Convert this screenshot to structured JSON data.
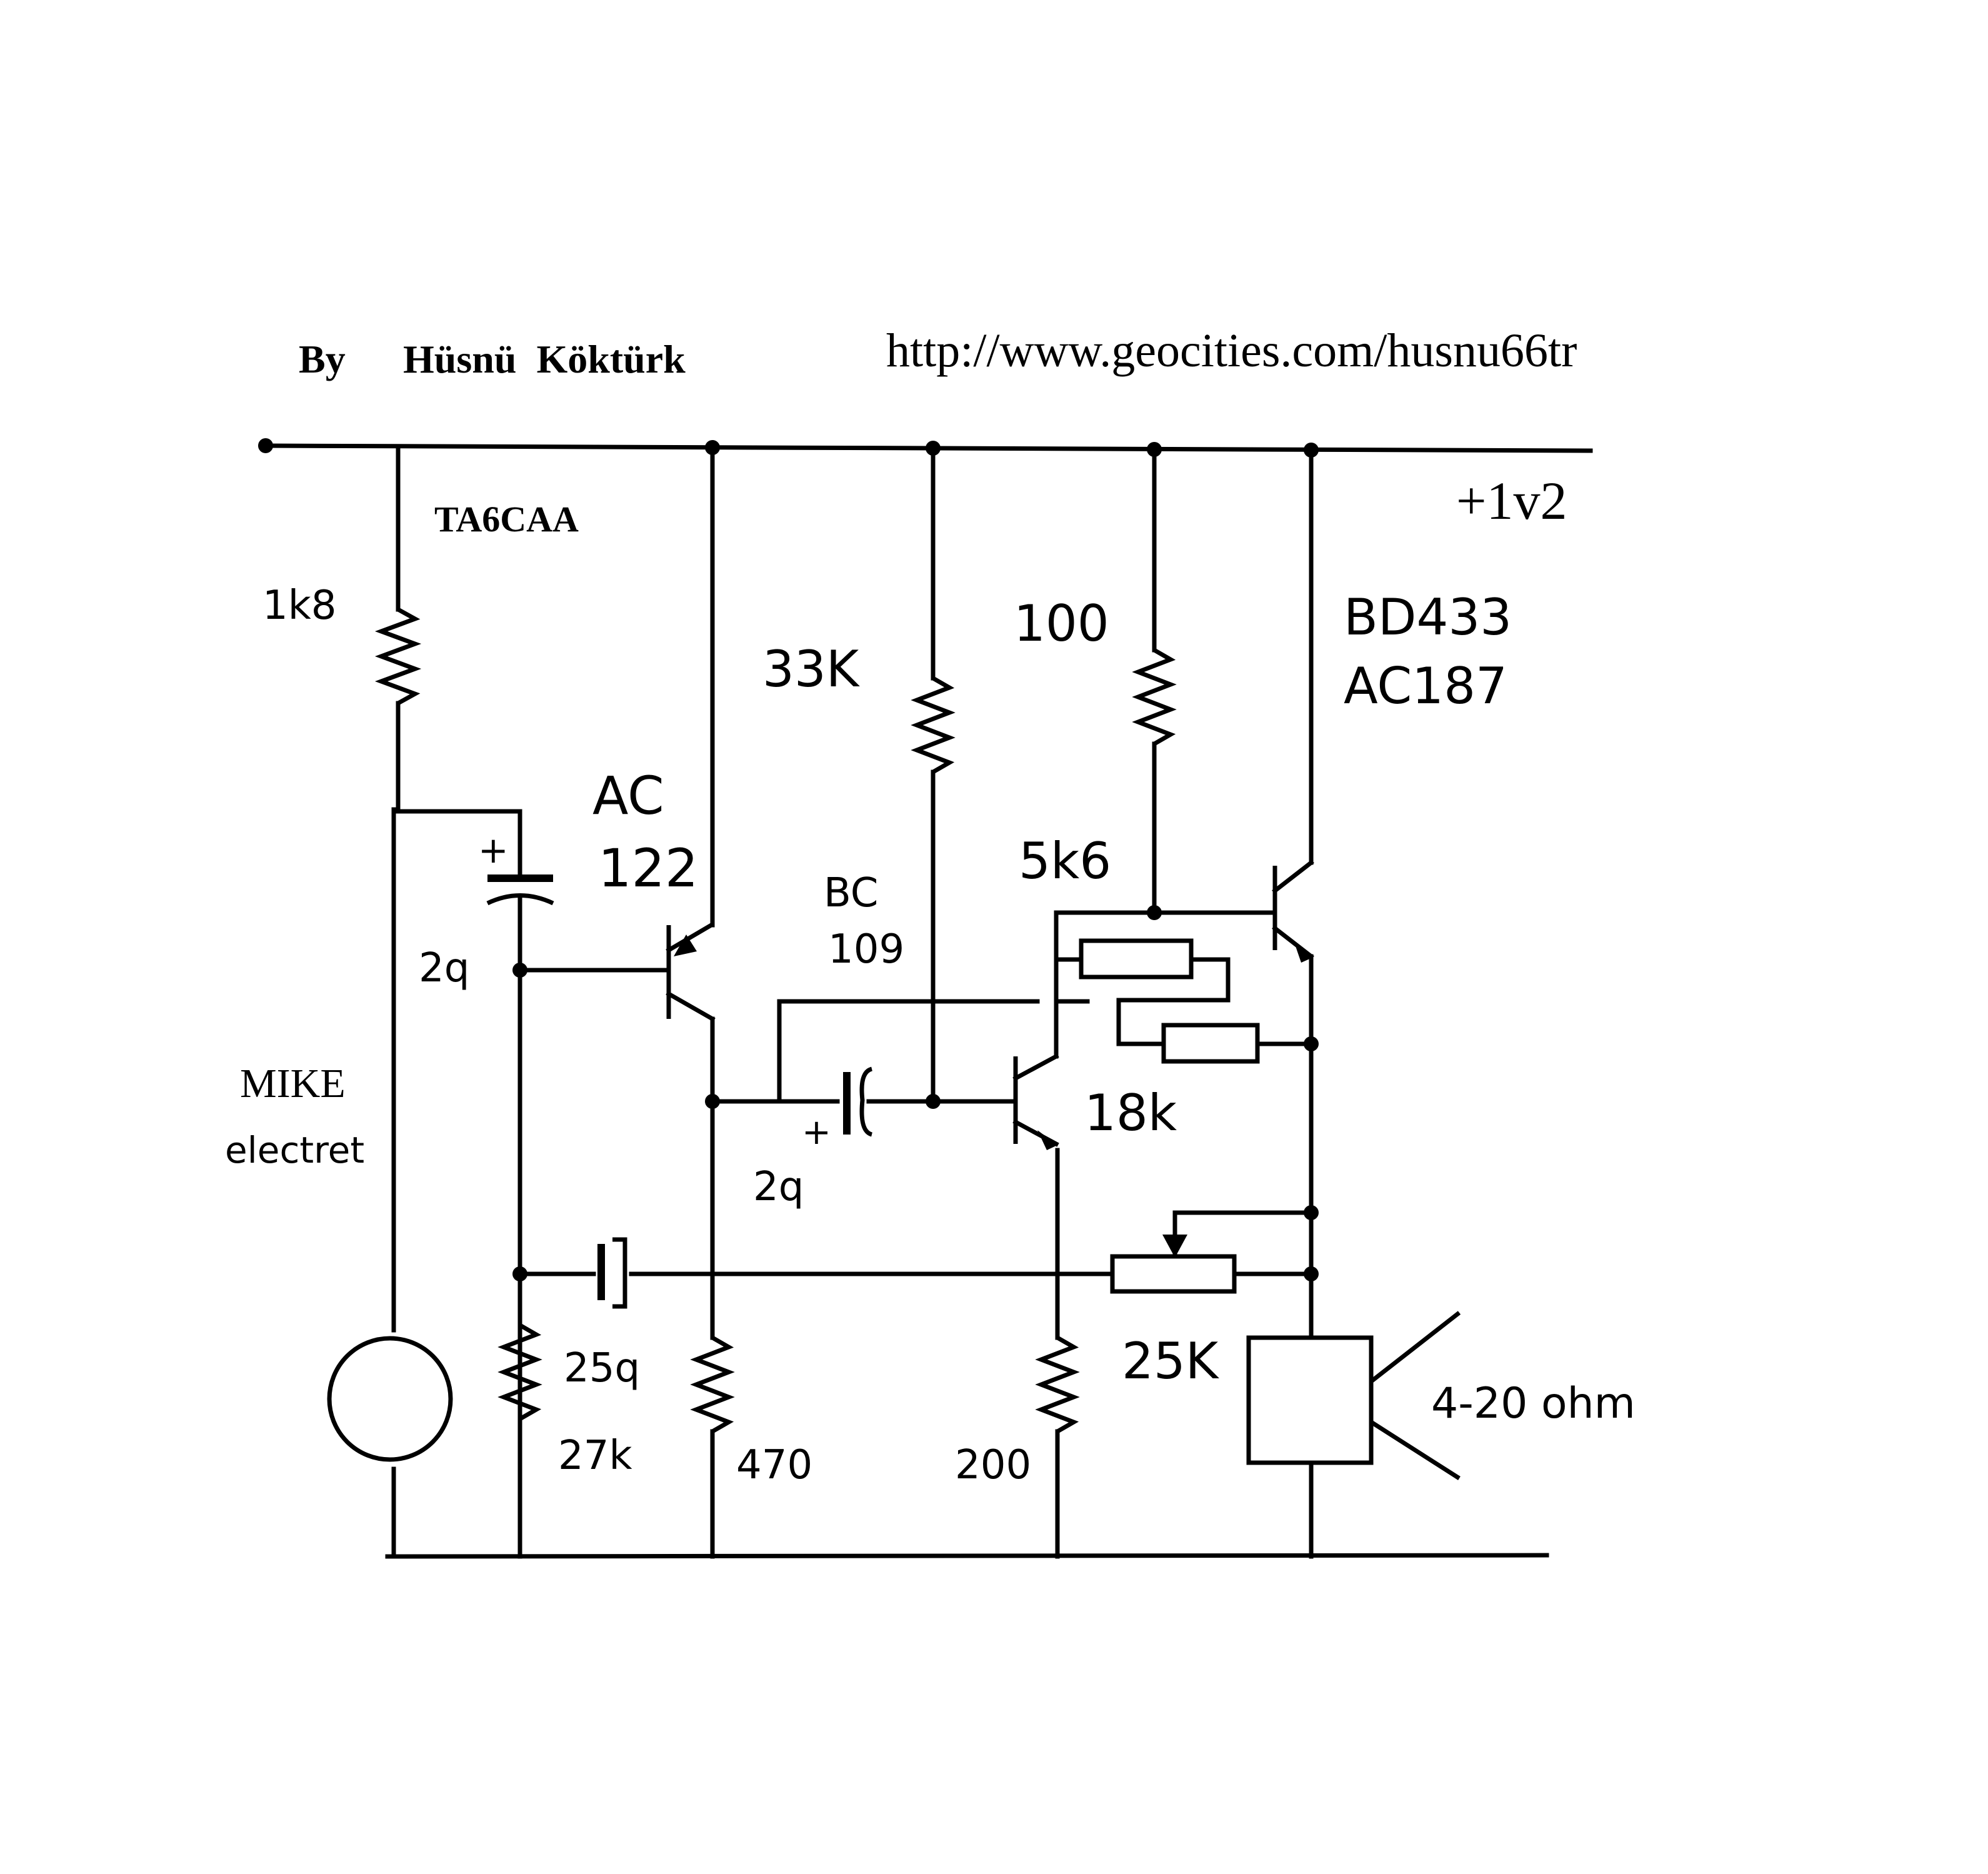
{
  "header": {
    "by": "By",
    "author": "Hüsnü  Köktürk",
    "url": "http://www.geocities.com/husnu66tr",
    "callsign": "TA6CAA"
  },
  "supply": {
    "voltage": "+1v2"
  },
  "microphone": {
    "line1": "MIKE",
    "line2": "electret"
  },
  "transistors": {
    "q1": {
      "line1": "AC",
      "line2": "122"
    },
    "q2": {
      "line1": "BC",
      "line2": "109"
    },
    "q3": {
      "line1": "BD433",
      "line2": "AC187"
    }
  },
  "resistors": {
    "r_1k8": "1k8",
    "r_33k": "33K",
    "r_100": "100",
    "r_5k6": "5k6",
    "r_18k": "18k",
    "r_27k": "27k",
    "r_470": "470",
    "r_200": "200",
    "pot_25k": "25K"
  },
  "capacitors": {
    "c_input": "2q",
    "c_coupling": "2q",
    "c_feedback": "25q",
    "plus_sign": "+"
  },
  "speaker": {
    "impedance": "4-20 ohm"
  }
}
